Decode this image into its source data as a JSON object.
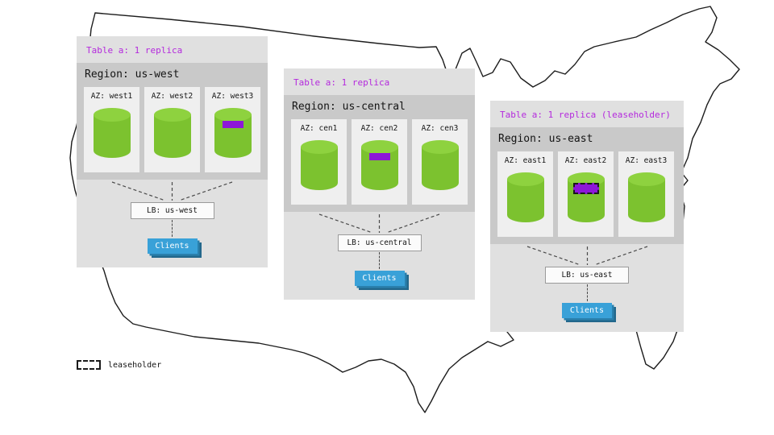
{
  "colors": {
    "replica_green": "#7cc22f",
    "replica_green_top": "#8ed23f",
    "replica_purple": "#8d17d8",
    "title_purple": "#b429dd",
    "clients_blue": "#39a1d8",
    "panel_gray": "#e0e0e0",
    "region_gray": "#c9c9c9"
  },
  "legend": {
    "label": "leaseholder"
  },
  "panels": [
    {
      "name": "us-west",
      "title": "Table a: 1 replica",
      "region_label": "Region: us-west",
      "azs": [
        {
          "label": "AZ: west1",
          "replica": false,
          "leaseholder": false
        },
        {
          "label": "AZ: west2",
          "replica": false,
          "leaseholder": false
        },
        {
          "label": "AZ: west3",
          "replica": true,
          "leaseholder": false
        }
      ],
      "lb_label": "LB: us-west",
      "clients_label": "Clients"
    },
    {
      "name": "us-central",
      "title": "Table a: 1 replica",
      "region_label": "Region: us-central",
      "azs": [
        {
          "label": "AZ: cen1",
          "replica": false,
          "leaseholder": false
        },
        {
          "label": "AZ: cen2",
          "replica": true,
          "leaseholder": false
        },
        {
          "label": "AZ: cen3",
          "replica": false,
          "leaseholder": false
        }
      ],
      "lb_label": "LB: us-central",
      "clients_label": "Clients"
    },
    {
      "name": "us-east",
      "title": "Table a: 1 replica (leaseholder)",
      "region_label": "Region: us-east",
      "azs": [
        {
          "label": "AZ: east1",
          "replica": false,
          "leaseholder": false
        },
        {
          "label": "AZ: east2",
          "replica": true,
          "leaseholder": true
        },
        {
          "label": "AZ: east3",
          "replica": false,
          "leaseholder": false
        }
      ],
      "lb_label": "LB: us-east",
      "clients_label": "Clients"
    }
  ]
}
